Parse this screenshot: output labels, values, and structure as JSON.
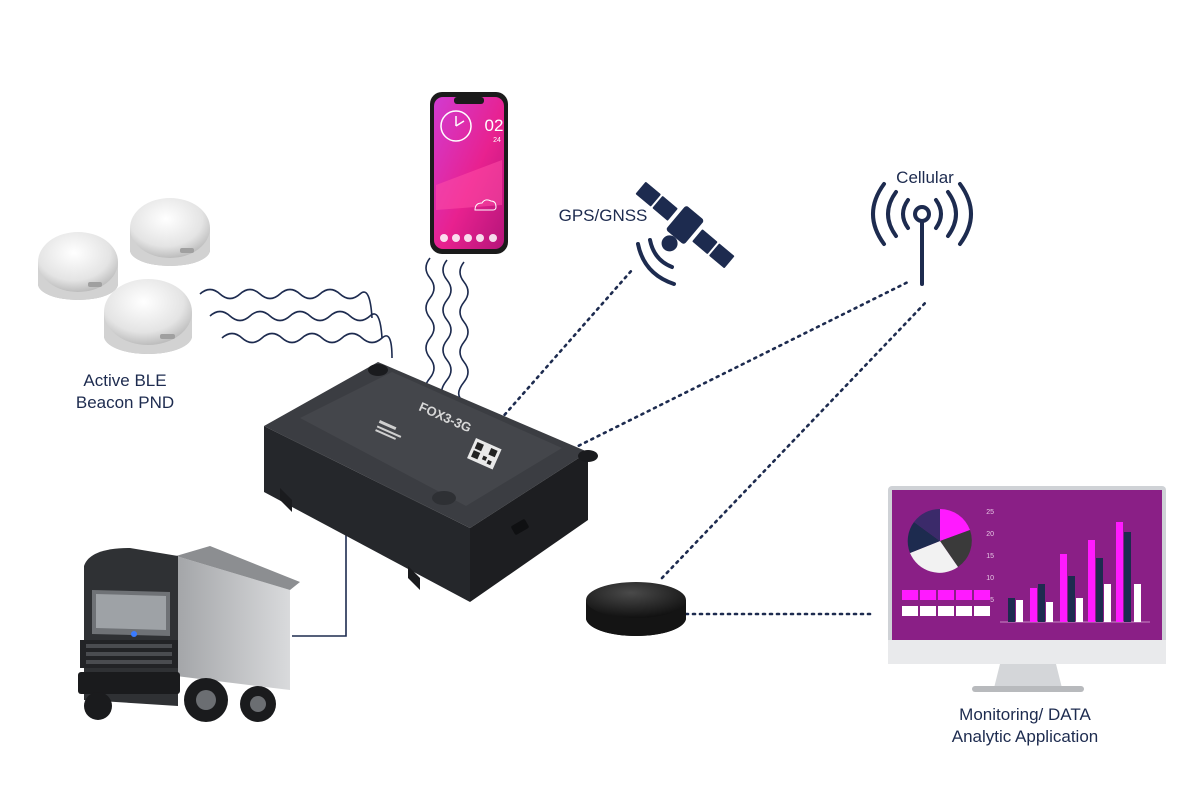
{
  "labels": {
    "ble_line1": "Active BLE",
    "ble_line2": "Beacon PND",
    "gps": "GPS/GNSS",
    "cellular": "Cellular",
    "monitor_line1": "Monitoring/ DATA",
    "monitor_line2": "Analytic Application"
  },
  "device": {
    "model": "FOX3-3G"
  },
  "phone": {
    "clock_day": "02",
    "clock_date": "24"
  },
  "monitor_chart": {
    "y_ticks": [
      "25",
      "20",
      "15",
      "10",
      "5"
    ]
  },
  "colors": {
    "navy": "#1d2b4f",
    "magenta": "#ff1aff",
    "purple": "#8a1f86",
    "device": "#2b2d31"
  },
  "icons": [
    "satellite-icon",
    "cell-tower-icon"
  ]
}
